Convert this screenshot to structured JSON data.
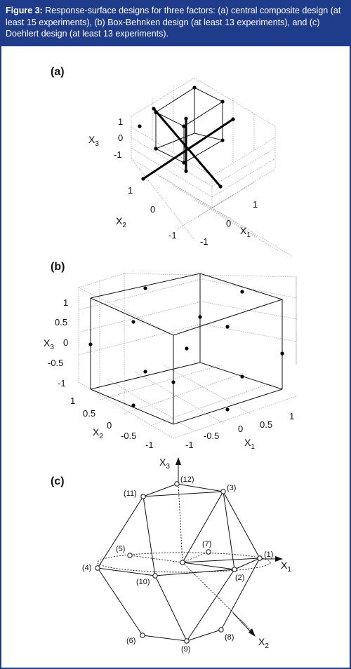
{
  "caption": {
    "label": "Figure 3:",
    "text": " Response-surface designs for three factors: (a) central composite design (at least 15 experiments), (b) Box-Behnken design (at least 13 experiments), and (c) Doehlert design (at least 13 experiments)."
  },
  "panel_a": {
    "label": "(a)",
    "x3_axis": "X",
    "x3_sub": "3",
    "x2_axis": "X",
    "x2_sub": "2",
    "x1_axis": "X",
    "x1_sub": "1",
    "x3_ticks": [
      "1",
      "0",
      "-1"
    ],
    "x2_ticks": [
      "1",
      "0",
      "-1"
    ],
    "x1_ticks": [
      "1",
      "0",
      "-1"
    ]
  },
  "panel_b": {
    "label": "(b)",
    "x3_axis": "X",
    "x3_sub": "3",
    "x2_axis": "X",
    "x2_sub": "2",
    "x1_axis": "X",
    "x1_sub": "1",
    "x3_ticks": [
      "1",
      "0.5",
      "0",
      "-0.5",
      "-1"
    ],
    "x2_ticks": [
      "1",
      "0.5",
      "0",
      "-0.5",
      "-1"
    ],
    "x1_ticks": [
      "1",
      "0.5",
      "0",
      "-0.5",
      "-1"
    ]
  },
  "panel_c": {
    "label": "(c)",
    "x3_axis": "X",
    "x3_sub": "3",
    "x1_axis": "X",
    "x1_sub": "1",
    "x2_axis": "X",
    "x2_sub": "2",
    "points": [
      "(12)",
      "(11)",
      "(3)",
      "(5)",
      "(7)",
      "(4)",
      "(1)",
      "(10)",
      "(2)",
      "(6)",
      "(9)",
      "(8)"
    ]
  }
}
